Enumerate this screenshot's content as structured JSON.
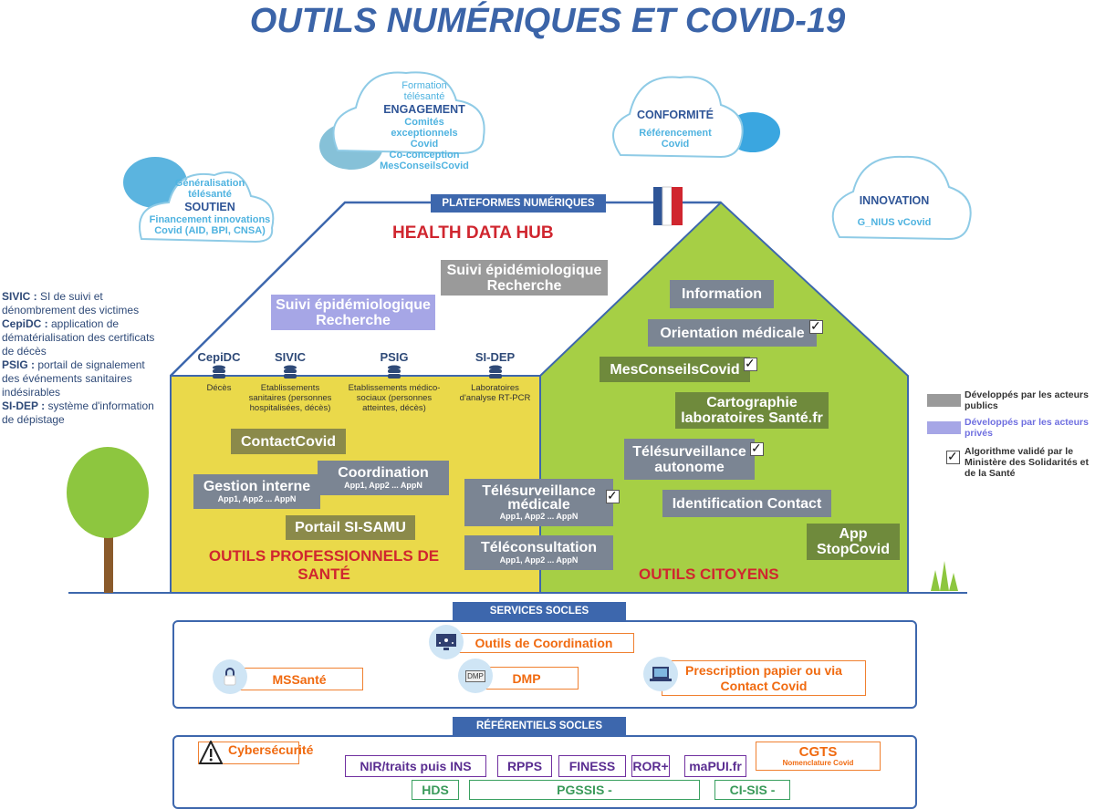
{
  "title": "OUTILS NUMÉRIQUES ET COVID-19",
  "clouds": {
    "soutien": {
      "top": "Généralisation télésanté",
      "heading": "SOUTIEN",
      "bottom": "Financement innovations Covid (AID, BPI, CNSA)"
    },
    "engagement": {
      "top": "Formation télésanté",
      "heading": "ENGAGEMENT",
      "line1": "Comités exceptionnels Covid",
      "line2": "Co-conception MesConseilsCovid"
    },
    "conformite": {
      "heading": "CONFORMITÉ",
      "bottom": "Référencement Covid"
    },
    "innovation": {
      "heading": "INNOVATION",
      "bottom": "G_NIUS vCovid"
    }
  },
  "house": {
    "platform_label": "PLATEFORMES NUMÉRIQUES",
    "hub": "HEALTH DATA HUB",
    "suivi_public": [
      "Suivi épidémiologique",
      "Recherche"
    ],
    "suivi_prive": [
      "Suivi épidémiologique",
      "Recherche"
    ],
    "databases": [
      {
        "name": "CepiDC",
        "desc": "Décès"
      },
      {
        "name": "SIVIC",
        "desc": "Etablissements sanitaires (personnes hospitalisées, décès)"
      },
      {
        "name": "PSIG",
        "desc": "Etablissements médico-sociaux (personnes atteintes, décès)"
      },
      {
        "name": "SI-DEP",
        "desc": "Laboratoires d'analyse RT-PCR"
      }
    ],
    "pro": {
      "label": "OUTILS PROFESSIONNELS DE SANTÉ",
      "contactcovid": "ContactCovid",
      "gestion": "Gestion interne",
      "coordination": "Coordination",
      "apps": "App1, App2 ... AppN",
      "samu": "Portail SI-SAMU"
    },
    "shared": {
      "telesurv": "Télésurveillance médicale",
      "telecons": "Téléconsultation",
      "apps": "App1, App2 ... AppN"
    },
    "citizen": {
      "label": "OUTILS CITOYENS",
      "information": "Information",
      "orientation": "Orientation médicale",
      "mesconseils": "MesConseilsCovid",
      "cartographie": "Cartographie laboratoires Santé.fr",
      "telesurv_auto": "Télésurveillance autonome",
      "identification": "Identification Contact",
      "stopcovid": "App StopCovid"
    }
  },
  "sidebar": [
    {
      "term": "SIVIC :",
      "def": " SI de suivi et dénombrement des victimes"
    },
    {
      "term": "CepiDC :",
      "def": " application de dématérialisation  des certificats de décès"
    },
    {
      "term": "PSIG :",
      "def": " portail de signalement des événements sanitaires indésirables"
    },
    {
      "term": "SI-DEP :",
      "def": " système d'information de dépistage"
    }
  ],
  "legend": {
    "public": "Développés par les acteurs publics",
    "prive": "Développés par les acteurs privés",
    "algo": "Algorithme validé par le Ministère des Solidarités et de la Santé",
    "colors": {
      "public": "#9a9a9a",
      "prive": "#a6a6e6"
    }
  },
  "services": {
    "tab": "SERVICES SOCLES",
    "coordination": "Outils de Coordination",
    "mssante": "MSSanté",
    "dmp": "DMP",
    "dmp_icon": "DMP",
    "prescription": "Prescription papier ou via Contact Covid"
  },
  "referentiels": {
    "tab": "RÉFÉRENTIELS SOCLES",
    "cyber": "Cybersécurité",
    "nir": "NIR/traits puis INS",
    "rpps": "RPPS",
    "finess": "FINESS",
    "ror": "ROR+",
    "mapui": "maPUI.fr",
    "cgts": "CGTS",
    "cgts_sub": "Nomenclature Covid",
    "hds": "HDS",
    "pgssis": "PGSSIS -",
    "cisis": "CI-SIS -"
  }
}
